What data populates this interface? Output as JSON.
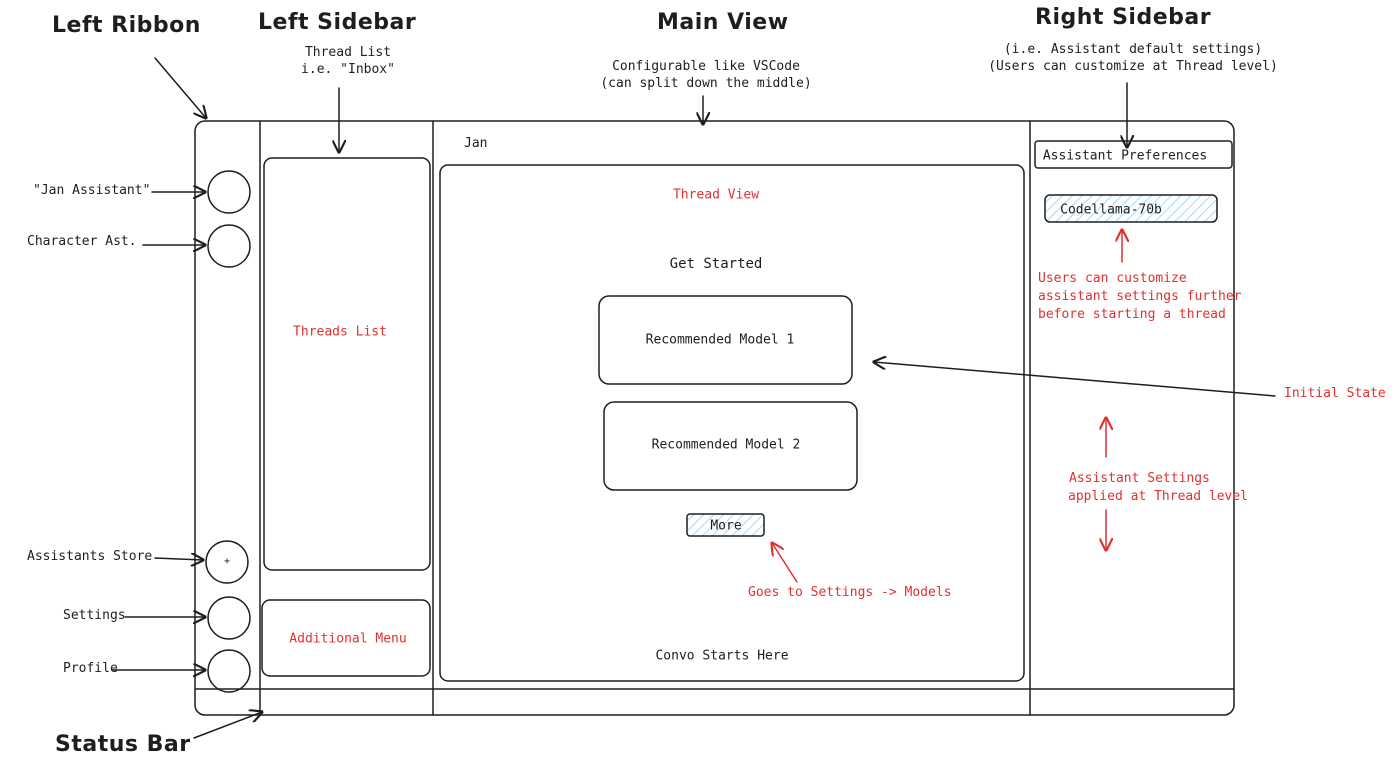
{
  "headings": {
    "left_ribbon": "Left Ribbon",
    "left_sidebar": "Left Sidebar",
    "main_view": "Main View",
    "right_sidebar": "Right Sidebar",
    "status_bar": "Status Bar"
  },
  "notes": {
    "thread_list_line1": "Thread List",
    "thread_list_line2": "i.e. \"Inbox\"",
    "main_view_line1": "Configurable like VSCode",
    "main_view_line2": "(can split down the middle)",
    "right_sidebar_line1": "(i.e. Assistant default settings)",
    "right_sidebar_line2": "(Users can customize at Thread level)"
  },
  "ribbon_labels": {
    "jan_assistant": "\"Jan Assistant\"",
    "character_ast": "Character Ast.",
    "assistants_store": "Assistants Store",
    "settings": "Settings",
    "profile": "Profile",
    "plus": "+"
  },
  "sidebar": {
    "threads_list": "Threads List",
    "additional_menu": "Additional Menu"
  },
  "main": {
    "title": "Jan",
    "thread_view": "Thread View",
    "get_started": "Get Started",
    "recommended_model_1": "Recommended Model 1",
    "recommended_model_2": "Recommended Model 2",
    "more_button": "More",
    "more_note": "Goes to Settings -> Models",
    "convo_starts": "Convo Starts Here"
  },
  "right": {
    "assistant_preferences": "Assistant Preferences",
    "model_chip": "Codellama-70b",
    "customize_note_line1": "Users can customize",
    "customize_note_line2": "assistant settings further",
    "customize_note_line3": "before starting a thread",
    "settings_note_line1": "Assistant Settings",
    "settings_note_line2": "applied at Thread level"
  },
  "initial_state": "Initial State",
  "colors": {
    "ink": "#1e1e1e",
    "red": "#e03131",
    "hatch": "#a5d8ff"
  }
}
